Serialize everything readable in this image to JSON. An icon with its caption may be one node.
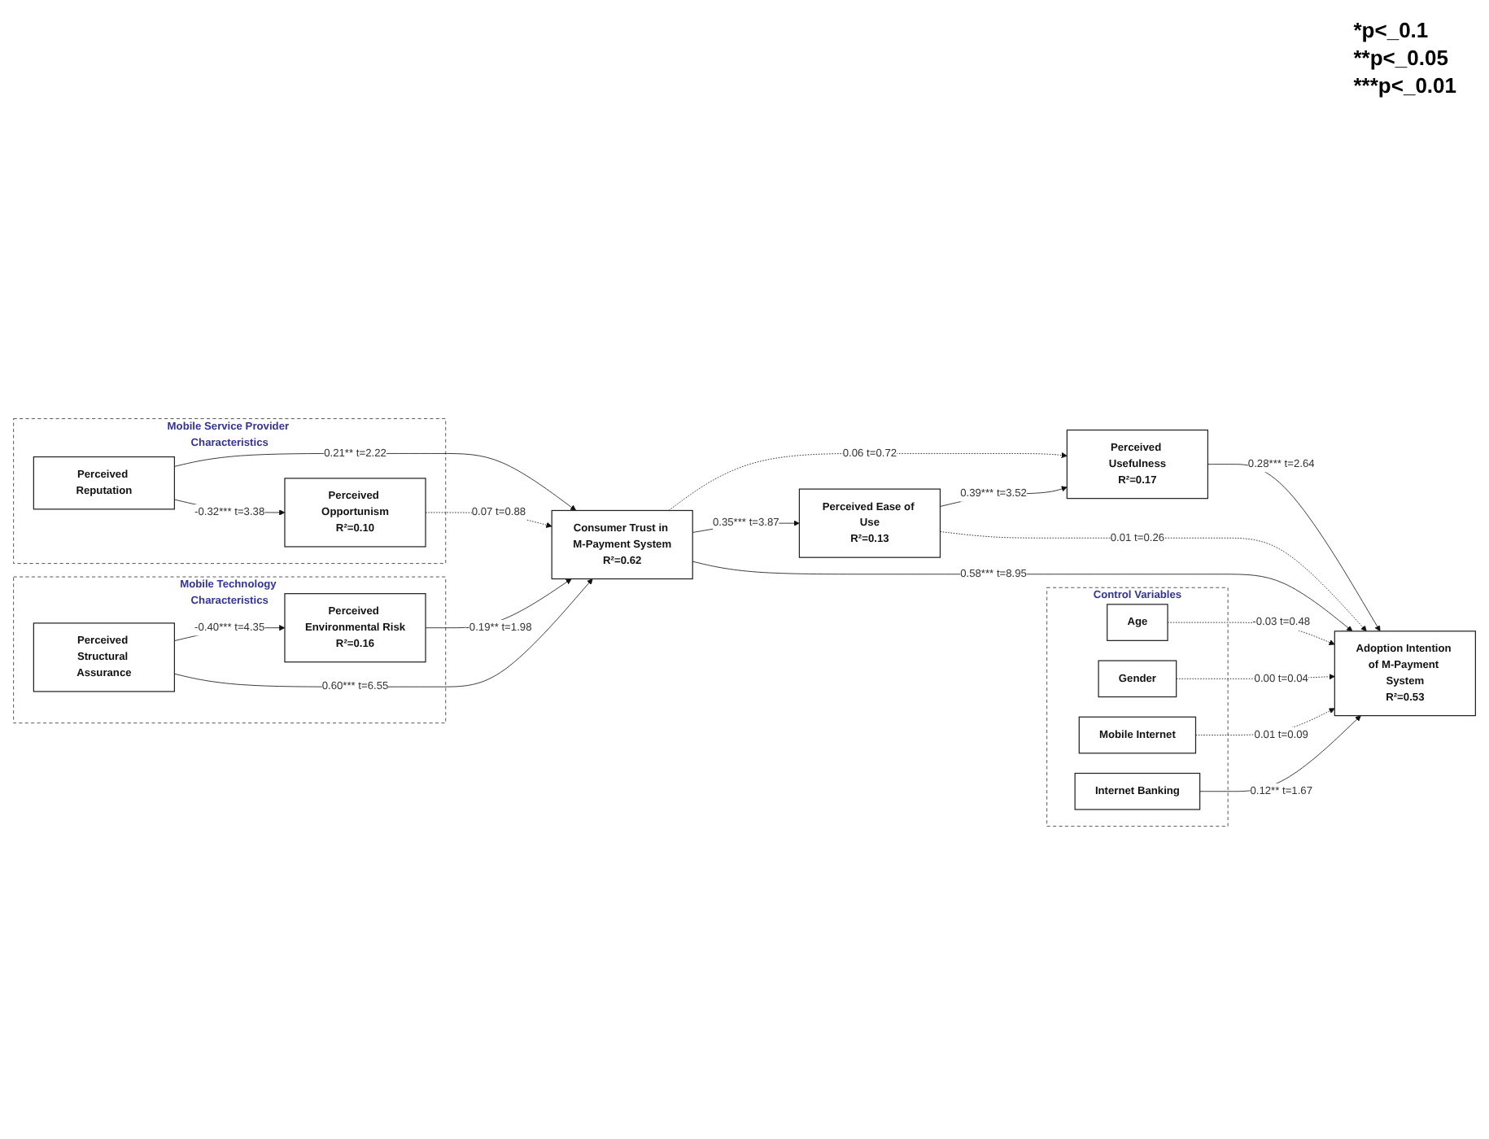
{
  "diagram": {
    "nodes": [
      {
        "text": [
          "Mobile Service Provider Characteristics"
        ]
      },
      {
        "text": [
          "Perceived Reputation"
        ],
        "in": 0
      },
      {
        "text": [
          "Perceived Opportunism",
          "R²=0.10"
        ],
        "in": 0
      },
      {
        "text": [
          "Mobile Technology Characteristics"
        ]
      },
      {
        "text": [
          "Perceived Environmental Risk",
          "R²=0.16"
        ],
        "in": 3
      },
      {
        "text": [
          "Perceived Structural Assurance"
        ],
        "in": 3
      },
      {
        "text": [
          "Consumer Trust in M-Payment System",
          "R²=0.62"
        ]
      },
      {
        "text": [
          "Perceived Usefulness",
          "R²=0.17"
        ]
      },
      {
        "text": [
          "Perceived Ease of Use",
          "R²=0.13"
        ]
      },
      {
        "text": [
          "Adoption Intention of M-Payment System",
          "R²=0.53"
        ]
      },
      {
        "text": [
          "Control Variables"
        ]
      },
      {
        "text": [
          "Age"
        ],
        "in": 10
      },
      {
        "text": [
          "Gender"
        ],
        "in": 10
      },
      {
        "text": [
          "Mobile Internet"
        ],
        "in": 10
      },
      {
        "text": [
          "Internet Banking"
        ],
        "in": 10
      }
    ],
    "edges": [
      {
        "from": 1,
        "to": 2,
        "arrow": "to",
        "label": "-0.32*** t=3.38"
      },
      {
        "from": 1,
        "to": 6,
        "arrow": "to",
        "label": "0.21** t=2.22"
      },
      {
        "from": 2,
        "to": 6,
        "arrow": "to",
        "label": "0.07 t=0.88",
        "style": "dashed"
      },
      {
        "from": 5,
        "to": 4,
        "arrow": "to",
        "label": "-0.40*** t=4.35"
      },
      {
        "from": 4,
        "to": 6,
        "arrow": "to",
        "label": "-0.19** t=1.98"
      },
      {
        "from": 5,
        "to": 6,
        "arrow": "to",
        "label": "0.60*** t=6.55"
      },
      {
        "from": 6,
        "to": 7,
        "arrow": "to",
        "label": "0.06 t=0.72",
        "style": "dashed"
      },
      {
        "from": 6,
        "to": 8,
        "arrow": "to",
        "label": "0.35*** t=3.87"
      },
      {
        "from": 8,
        "to": 7,
        "arrow": "to",
        "label": "0.39*** t=3.52"
      },
      {
        "from": 7,
        "to": 9,
        "arrow": "to",
        "label": "0.28*** t=2.64"
      },
      {
        "from": 8,
        "to": 9,
        "arrow": "to",
        "label": "0.01 t=0.26",
        "style": "dashed"
      },
      {
        "from": 6,
        "to": 9,
        "arrow": "to",
        "label": "0.58*** t=8.95"
      },
      {
        "from": 11,
        "to": 9,
        "arrow": "to",
        "label": "-0.03 t=0.48",
        "style": "dashed"
      },
      {
        "from": 12,
        "to": 9,
        "arrow": "to",
        "label": "0.00 t=0.04",
        "style": "dashed"
      },
      {
        "from": 13,
        "to": 9,
        "arrow": "to",
        "label": "0.01 t=0.09",
        "style": "dashed"
      },
      {
        "from": 14,
        "to": 9,
        "arrow": "to",
        "label": "0.12** t=1.67"
      }
    ],
    "labels": [
      "*p<_0.1",
      "**p<_0.05",
      "***p<_0.01"
    ]
  }
}
